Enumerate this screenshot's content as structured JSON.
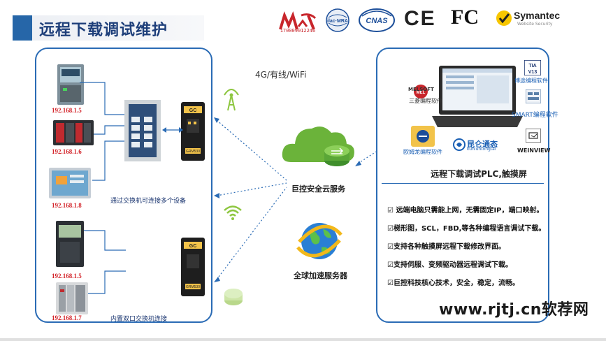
{
  "title": "远程下载调试维护",
  "certs": {
    "cma_text": "CMA",
    "cma_number": "170009012246",
    "ilac_text": "ilac-MRA",
    "cnas_text": "CNAS",
    "ce_text": "CE",
    "fc_text": "FC",
    "symantec_text": "Symantec",
    "symantec_sub": "Website Security"
  },
  "left_panel": {
    "ips": [
      "192.168.1.5",
      "192.168.1.6",
      "192.168.1.8",
      "192.168.1.5",
      "192.168.1.7"
    ],
    "note_top": "通过交换机可连接多个设备",
    "note_bottom": "内置双口交换机连接",
    "gateway_label": "GRM530",
    "gateway_brand": "GC"
  },
  "center": {
    "network_label": "4G/有线/WiFi",
    "cloud_label": "巨控安全云服务",
    "global_label": "全球加速服务器"
  },
  "right_panel": {
    "software": {
      "melsoft": "MELSOFT",
      "melsoft_cn": "三菱编程软件",
      "tia": "TIA",
      "tia_cn": "博途编程软件",
      "smart_cn": "SMART编程软件",
      "omron_cn": "欧姆龙编程软件",
      "kunlun": "昆仑通态",
      "kunlun_en": "kunluntongtai",
      "weinview": "WEINVIEW"
    },
    "caption": "远程下载调试PLC,触摸屏",
    "features": [
      "☑ 远端电脑只需能上网，无需固定IP，端口映射。",
      "☑梯形图，SCL，FBD,等各种编程语言调试下载。",
      "☑支持各种触摸屏远程下载修改界面。",
      "☑支持伺服、变频驱动器远程调试下载。",
      "☑巨控科技核心技术，安全，稳定，流畅。"
    ]
  },
  "watermark": "www.rjtj.cn软荐网"
}
